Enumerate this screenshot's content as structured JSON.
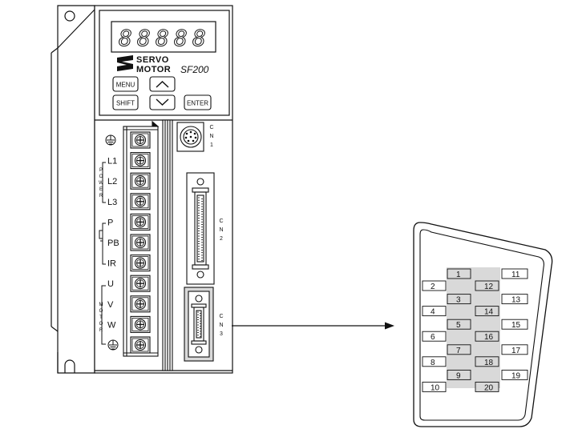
{
  "display": {
    "digits": [
      "8",
      "8",
      "8",
      "8",
      "8"
    ]
  },
  "brand": {
    "line1": "SERVO",
    "line2": "MOTOR",
    "model": "SF200"
  },
  "buttons": {
    "menu": "MENU",
    "shift": "SHIFT",
    "enter": "ENTER"
  },
  "terminals": {
    "labels": [
      "",
      "L1",
      "L2",
      "L3",
      "P",
      "PB",
      "IR",
      "U",
      "V",
      "W",
      ""
    ],
    "power_group": "POWER",
    "motor_group": "MOTOR"
  },
  "connectors": {
    "cn1": [
      "C",
      "N",
      "1"
    ],
    "cn2": [
      "C",
      "N",
      "2"
    ],
    "cn3": [
      "C",
      "N",
      "3"
    ]
  },
  "pinout": {
    "pins": [
      "1",
      "2",
      "3",
      "4",
      "5",
      "6",
      "7",
      "8",
      "9",
      "10",
      "11",
      "12",
      "13",
      "14",
      "15",
      "16",
      "17",
      "18",
      "19",
      "20"
    ]
  }
}
